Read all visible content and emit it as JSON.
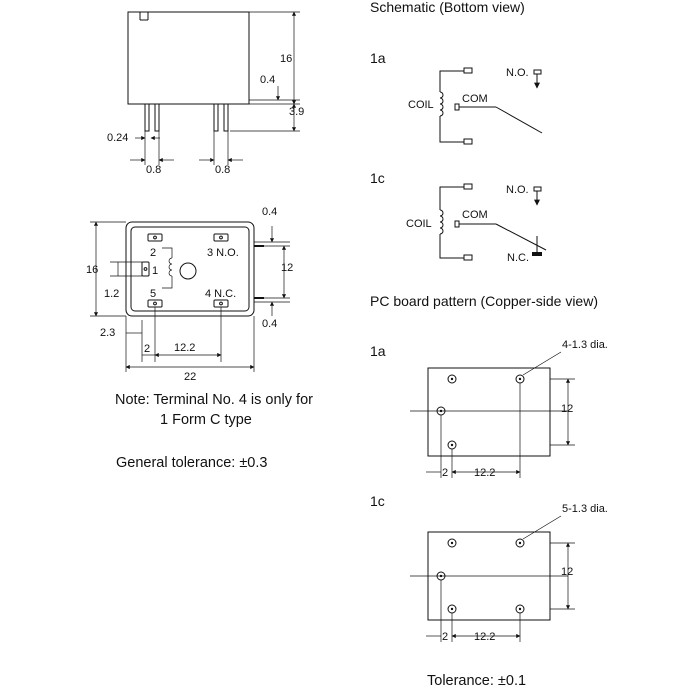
{
  "headings": {
    "schematic": "Schematic (Bottom view)",
    "pcb": "PC board pattern (Copper-side view)"
  },
  "side_view": {
    "dims": {
      "height": "16",
      "pin_gap": "0.4",
      "pin_len": "3.9",
      "pin_thick": "0.24",
      "pin_w1": "0.8",
      "pin_w2": "0.8"
    }
  },
  "bottom_view": {
    "dims": {
      "top_gap": "0.4",
      "height": "16",
      "pin_pitch_v": "12",
      "left_offset": "1.2",
      "bottom_gap": "0.4",
      "edge": "2.3",
      "pitch2": "2",
      "pitch12": "12.2",
      "width": "22"
    },
    "terminals": {
      "t2": "2",
      "t3": "3 N.O.",
      "t1": "1",
      "t5": "5",
      "t4": "4 N.C."
    }
  },
  "note": {
    "line1": "Note: Terminal No. 4 is only for",
    "line2": "1 Form C type",
    "general_tolerance": "General tolerance: ±0.3"
  },
  "schematic": {
    "form_1a": {
      "label": "1a",
      "no": "N.O.",
      "coil": "COIL",
      "com": "COM"
    },
    "form_1c": {
      "label": "1c",
      "no": "N.O.",
      "coil": "COIL",
      "com": "COM",
      "nc": "N.C."
    }
  },
  "pcb": {
    "form_1a": {
      "label": "1a",
      "holes": "4-1.3 dia.",
      "dim_v": "12",
      "dim_2": "2",
      "dim_h": "12.2"
    },
    "form_1c": {
      "label": "1c",
      "holes": "5-1.3 dia.",
      "dim_v": "12",
      "dim_2": "2",
      "dim_h": "12.2"
    },
    "tolerance": "Tolerance: ±0.1"
  }
}
